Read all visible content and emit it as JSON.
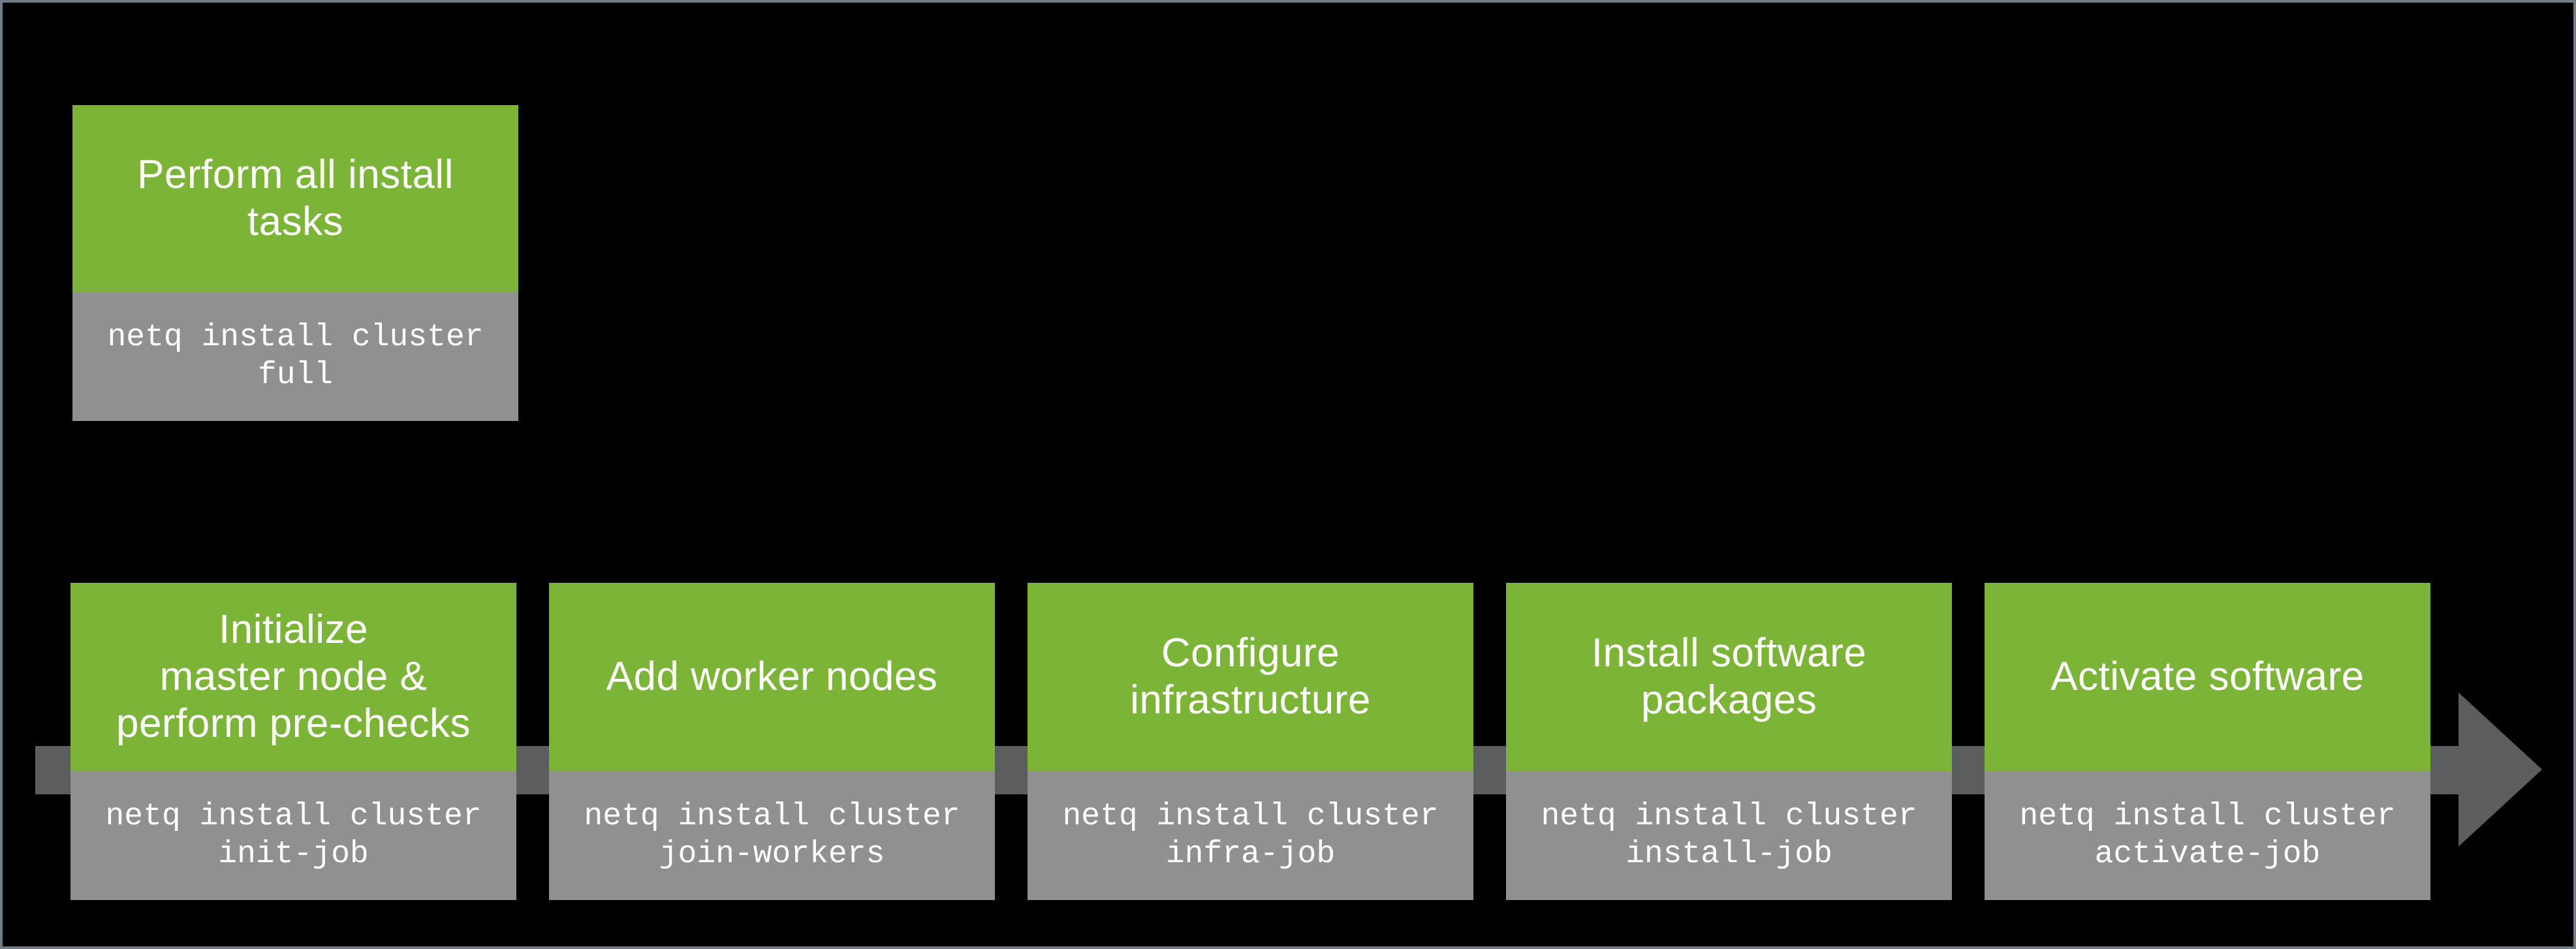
{
  "full_install": {
    "title": "Perform all install\ntasks",
    "command": "netq install cluster\nfull"
  },
  "steps": [
    {
      "title": "Initialize\nmaster node &\nperform pre-checks",
      "command": "netq install cluster\ninit-job"
    },
    {
      "title": "Add worker nodes",
      "command": "netq install cluster\njoin-workers"
    },
    {
      "title": "Configure\ninfrastructure",
      "command": "netq install cluster\ninfra-job"
    },
    {
      "title": "Install software\npackages",
      "command": "netq install cluster\ninstall-job"
    },
    {
      "title": "Activate software",
      "command": "netq install cluster\nactivate-job"
    }
  ],
  "colors": {
    "step_green": "#7CB437",
    "command_gray": "#8E9092",
    "arrow_gray": "#5C5D5F",
    "frame_border": "#727D87",
    "background": "#000000",
    "text_white": "#FFFFFF"
  }
}
